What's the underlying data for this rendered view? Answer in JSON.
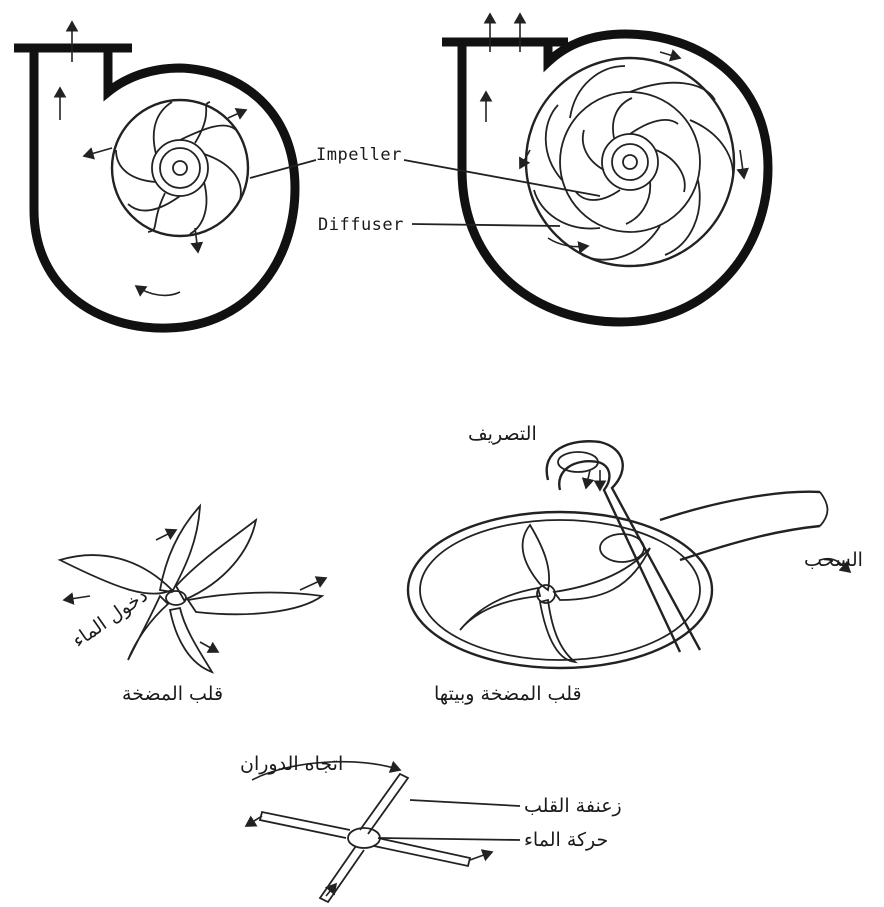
{
  "labels": {
    "impeller": "Impeller",
    "diffuser": "Diffuser",
    "discharge": "التصريف",
    "suction": "السحب",
    "water_inlet": "دخول الماء",
    "impeller_core": "قلب المضخة",
    "impeller_and_casing": "قلب المضخة وبيتها",
    "rotation_direction": "اتجاه الدوران",
    "impeller_vane": "زعنفة القلب",
    "water_motion": "حركة الماء"
  },
  "colors": {
    "ink": "#111111",
    "paper": "#ffffff"
  }
}
